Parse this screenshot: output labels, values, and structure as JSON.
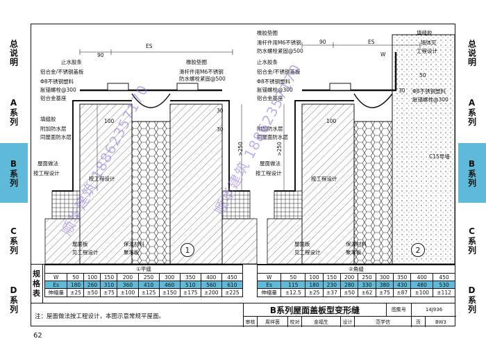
{
  "side_left": [
    "总说明",
    "A系列",
    "B系列",
    "C系列",
    "D系列"
  ],
  "side_right": [
    "总说明",
    "A系列",
    "B系列",
    "C系列",
    "D系列"
  ],
  "active_tab": "B系列",
  "labels_left": {
    "dim_90": "90",
    "dim_es": "ES",
    "stop_water": "止水胶条",
    "rubber_pad": "橡胶垫圈",
    "plate": "铝合金/不锈钢盖板",
    "slide": "滑杆件用M6不锈钢",
    "bolt": "防水螺栓紧固@500",
    "pipe": "Φ8不锈钢塑料",
    "anchor": "胀锚螺栓@300",
    "base": "铝合金基座",
    "dim_100": "100",
    "seal": "填缝胶",
    "add_layer": "附加防水层",
    "same_layer": "同屋面防水层",
    "dim_30": "30",
    "dim_30b": "30",
    "dim_250": ">250",
    "roof_method": "屋面做法",
    "roof_eng": "按工程设计",
    "eng": "按工程设计",
    "roof_board": "屋面板",
    "roof_board2": "见工程设计",
    "insul": "保温材料",
    "insul2": "聚苯板",
    "circle": "1"
  },
  "labels_right": {
    "rubber_pad": "橡胶垫圈",
    "slide": "滑杆件用M6不锈钢",
    "bolt": "防水螺栓紧固@500",
    "stop_water": "止水胶条",
    "plate": "铝合金/不锈钢盖板",
    "pipe": "Φ8不锈钢塑料",
    "anchor": "胀锚螺栓@300",
    "base": "铝合金基座",
    "dim_90": "90",
    "dim_es": "ES",
    "dim_w": "W",
    "seal": "填缝胶",
    "wall": "墙体见",
    "wall2": "工程设计",
    "dim_50": "50",
    "dim_30": "30",
    "pipe2": "Φ8不锈钢塑料",
    "anchor2": "胀锚螺栓@300",
    "dim_100": "100",
    "add_layer": "附加防水层",
    "same_layer": "同屋面防水层",
    "dim_250": ">250",
    "c15": "C15导墙",
    "roof_method": "屋面做法",
    "roof_eng": "按工程设计",
    "eng": "按工程设计",
    "roof_board": "屋面板",
    "roof_board2": "见工程设计",
    "insul": "保温材料",
    "insul2": "聚苯板",
    "circle": "2"
  },
  "spec": {
    "label": [
      "规",
      "格",
      "表"
    ],
    "left_title": "①平缝",
    "right_title": "②角缝",
    "left_rows": [
      [
        "W",
        "50",
        "100",
        "150",
        "200",
        "250",
        "300",
        "350",
        "400",
        "450"
      ],
      [
        "Es",
        "180",
        "260",
        "310",
        "360",
        "410",
        "460",
        "510",
        "560",
        "610"
      ],
      [
        "伸缩量",
        "±25",
        "±50",
        "±75",
        "±100",
        "±125",
        "±150",
        "±175",
        "±200",
        "±225"
      ]
    ],
    "right_rows": [
      [
        "W",
        "50",
        "100",
        "150",
        "200",
        "250",
        "300",
        "350",
        "400",
        "450"
      ],
      [
        "Es",
        "115",
        "180",
        "230",
        "280",
        "330",
        "380",
        "430",
        "480",
        "530"
      ],
      [
        "伸缩量",
        "±12.5",
        "±25",
        "±37",
        "±50",
        "±62",
        "±75",
        "±87",
        "±100",
        "±112"
      ]
    ]
  },
  "title_block": {
    "note": "注：屋面做法按工程设计，本图示意常规平屋面。",
    "title": "B系列屋面盖板型变形缝",
    "atlas_label": "图集号",
    "atlas_no": "14J936",
    "review": "审核",
    "review_name": "周祥茵",
    "check": "校对",
    "check_name": "金福生",
    "design": "设计",
    "design_name": "范学信",
    "page_label": "页",
    "page_no": "BW3"
  },
  "page_number": "62",
  "watermark": "顺华建筑 18862357170"
}
